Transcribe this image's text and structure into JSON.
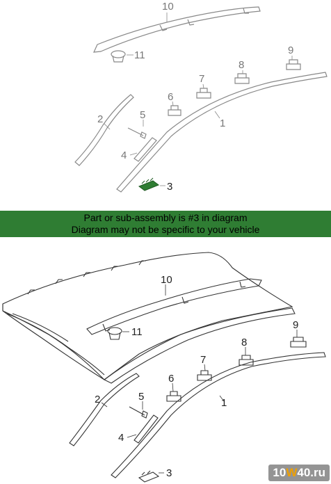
{
  "banner": {
    "line1": "Part or sub-assembly is #3 in diagram",
    "line2": "Diagram may not be specific to your vehicle"
  },
  "callouts": {
    "c1": "1",
    "c2": "2",
    "c3": "3",
    "c4": "4",
    "c5": "5",
    "c6": "6",
    "c7": "7",
    "c8": "8",
    "c9": "9",
    "c10": "10",
    "c11": "11"
  },
  "watermark": {
    "prefix": "10",
    "highlight": "W",
    "suffix": "40.ru"
  },
  "colors": {
    "banner": "#2f7d33",
    "highlighted_part": "#2f7d33",
    "line": "#333333",
    "faded_line": "#888888"
  }
}
